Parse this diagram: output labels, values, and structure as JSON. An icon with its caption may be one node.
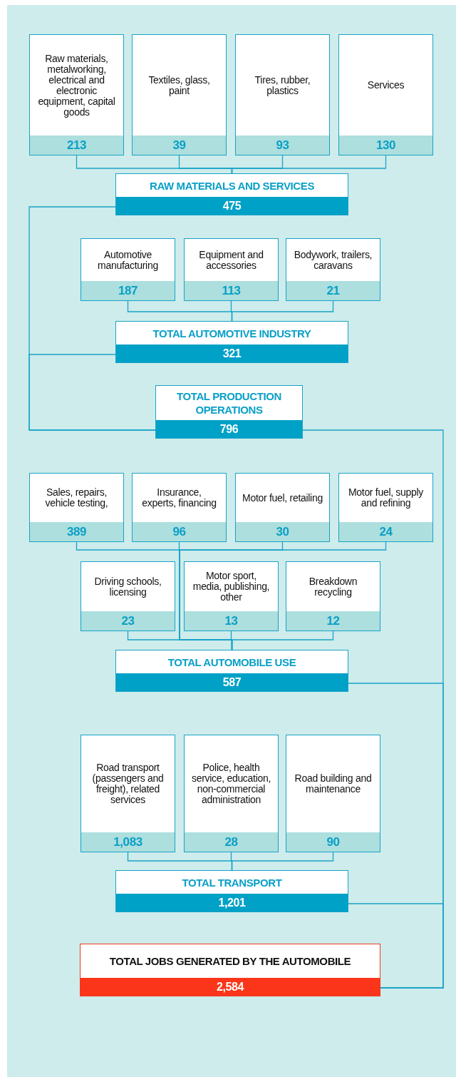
{
  "diagram": {
    "nodes": [
      {
        "text": [
          "Raw materials, metalworking, electrical and electronic equipment, capital goods",
          "213"
        ]
      },
      {
        "text": [
          "Textiles, glass, paint",
          "39"
        ]
      },
      {
        "text": [
          "Tires, rubber, plastics",
          "93"
        ]
      },
      {
        "text": [
          "Services",
          "130"
        ]
      },
      {
        "text": [
          "RAW MATERIALS AND SERVICES",
          "475"
        ]
      },
      {
        "text": [
          "Automotive manufacturing",
          "187"
        ]
      },
      {
        "text": [
          "Equipment and accessories",
          "113"
        ]
      },
      {
        "text": [
          "Bodywork, trailers, caravans",
          "21"
        ]
      },
      {
        "text": [
          "TOTAL AUTOMOTIVE INDUSTRY",
          "321"
        ]
      },
      {
        "text": [
          "TOTAL PRODUCTION OPERATIONS",
          "796"
        ]
      },
      {
        "text": [
          "Sales, repairs, vehicle testing,",
          "389"
        ]
      },
      {
        "text": [
          "Insurance, experts, financing",
          "96"
        ]
      },
      {
        "text": [
          "Motor fuel, retailing",
          "30"
        ]
      },
      {
        "text": [
          "Motor fuel, supply and refining",
          "24"
        ]
      },
      {
        "text": [
          "Driving schools, licensing",
          "23"
        ]
      },
      {
        "text": [
          "Motor sport, media, publishing, other",
          "13"
        ]
      },
      {
        "text": [
          "Breakdown recycling",
          "12"
        ]
      },
      {
        "text": [
          "TOTAL AUTOMOBILE USE",
          "587"
        ]
      },
      {
        "text": [
          "Road transport (passengers and freight), related services",
          "1,083"
        ]
      },
      {
        "text": [
          "Police, health service, education, non-commercial administration",
          "28"
        ]
      },
      {
        "text": [
          "Road building and maintenance",
          "90"
        ]
      },
      {
        "text": [
          "TOTAL TRANSPORT",
          "1,201"
        ]
      },
      {
        "text": [
          "TOTAL JOBS GENERATED BY THE AUTOMOBILE",
          "2,584"
        ]
      }
    ],
    "edges": [
      {
        "from": 0,
        "to": 4,
        "arrow": "none"
      },
      {
        "from": 1,
        "to": 4,
        "arrow": "none"
      },
      {
        "from": 2,
        "to": 4,
        "arrow": "none"
      },
      {
        "from": 3,
        "to": 4,
        "arrow": "none"
      },
      {
        "from": 5,
        "to": 8,
        "arrow": "none"
      },
      {
        "from": 6,
        "to": 8,
        "arrow": "none"
      },
      {
        "from": 7,
        "to": 8,
        "arrow": "none"
      },
      {
        "from": 4,
        "to": 9,
        "arrow": "none"
      },
      {
        "from": 8,
        "to": 9,
        "arrow": "none"
      },
      {
        "from": 10,
        "to": 17,
        "arrow": "none"
      },
      {
        "from": 11,
        "to": 17,
        "arrow": "none"
      },
      {
        "from": 12,
        "to": 17,
        "arrow": "none"
      },
      {
        "from": 13,
        "to": 17,
        "arrow": "none"
      },
      {
        "from": 14,
        "to": 17,
        "arrow": "none"
      },
      {
        "from": 15,
        "to": 17,
        "arrow": "none"
      },
      {
        "from": 16,
        "to": 17,
        "arrow": "none"
      },
      {
        "from": 18,
        "to": 21,
        "arrow": "none"
      },
      {
        "from": 19,
        "to": 21,
        "arrow": "none"
      },
      {
        "from": 20,
        "to": 21,
        "arrow": "none"
      },
      {
        "from": 9,
        "to": 22,
        "arrow": "none"
      },
      {
        "from": 17,
        "to": 22,
        "arrow": "none"
      },
      {
        "from": 21,
        "to": 22,
        "arrow": "none"
      }
    ]
  }
}
